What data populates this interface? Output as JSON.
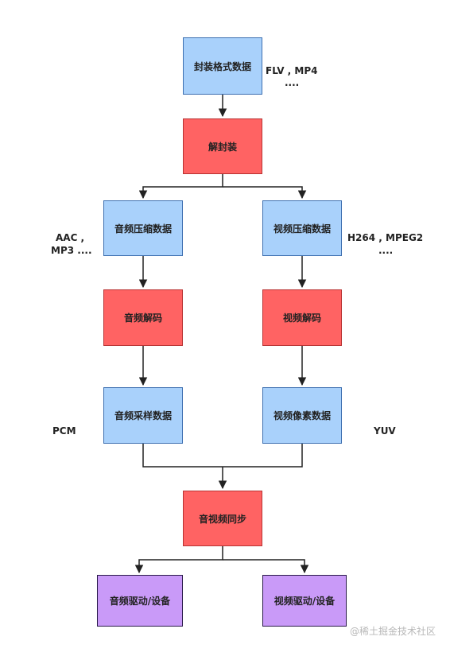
{
  "nodes": {
    "container_data": "封装格式数据",
    "demux": "解封装",
    "audio_compressed": "音频压缩数据",
    "video_compressed": "视频压缩数据",
    "audio_decode": "音频解码",
    "video_decode": "视频解码",
    "audio_samples": "音频采样数据",
    "video_pixels": "视频像素数据",
    "av_sync": "音视频同步",
    "audio_driver": "音频驱动/设备",
    "video_driver": "视频驱动/设备"
  },
  "notes": {
    "container_line1": "FLV , MP4",
    "container_line2": "....",
    "audio_codec_line1": "AAC ,",
    "audio_codec_line2": "MP3 ....",
    "video_codec_line1": "H264 , MPEG2",
    "video_codec_line2": "....",
    "audio_raw": "PCM",
    "video_raw": "YUV"
  },
  "watermark": "@稀土掘金技术社区",
  "colors": {
    "decode_fill": "#ff6363",
    "data_fill": "#a9d1fb",
    "device_fill": "#c99af8",
    "line": "#222222"
  }
}
